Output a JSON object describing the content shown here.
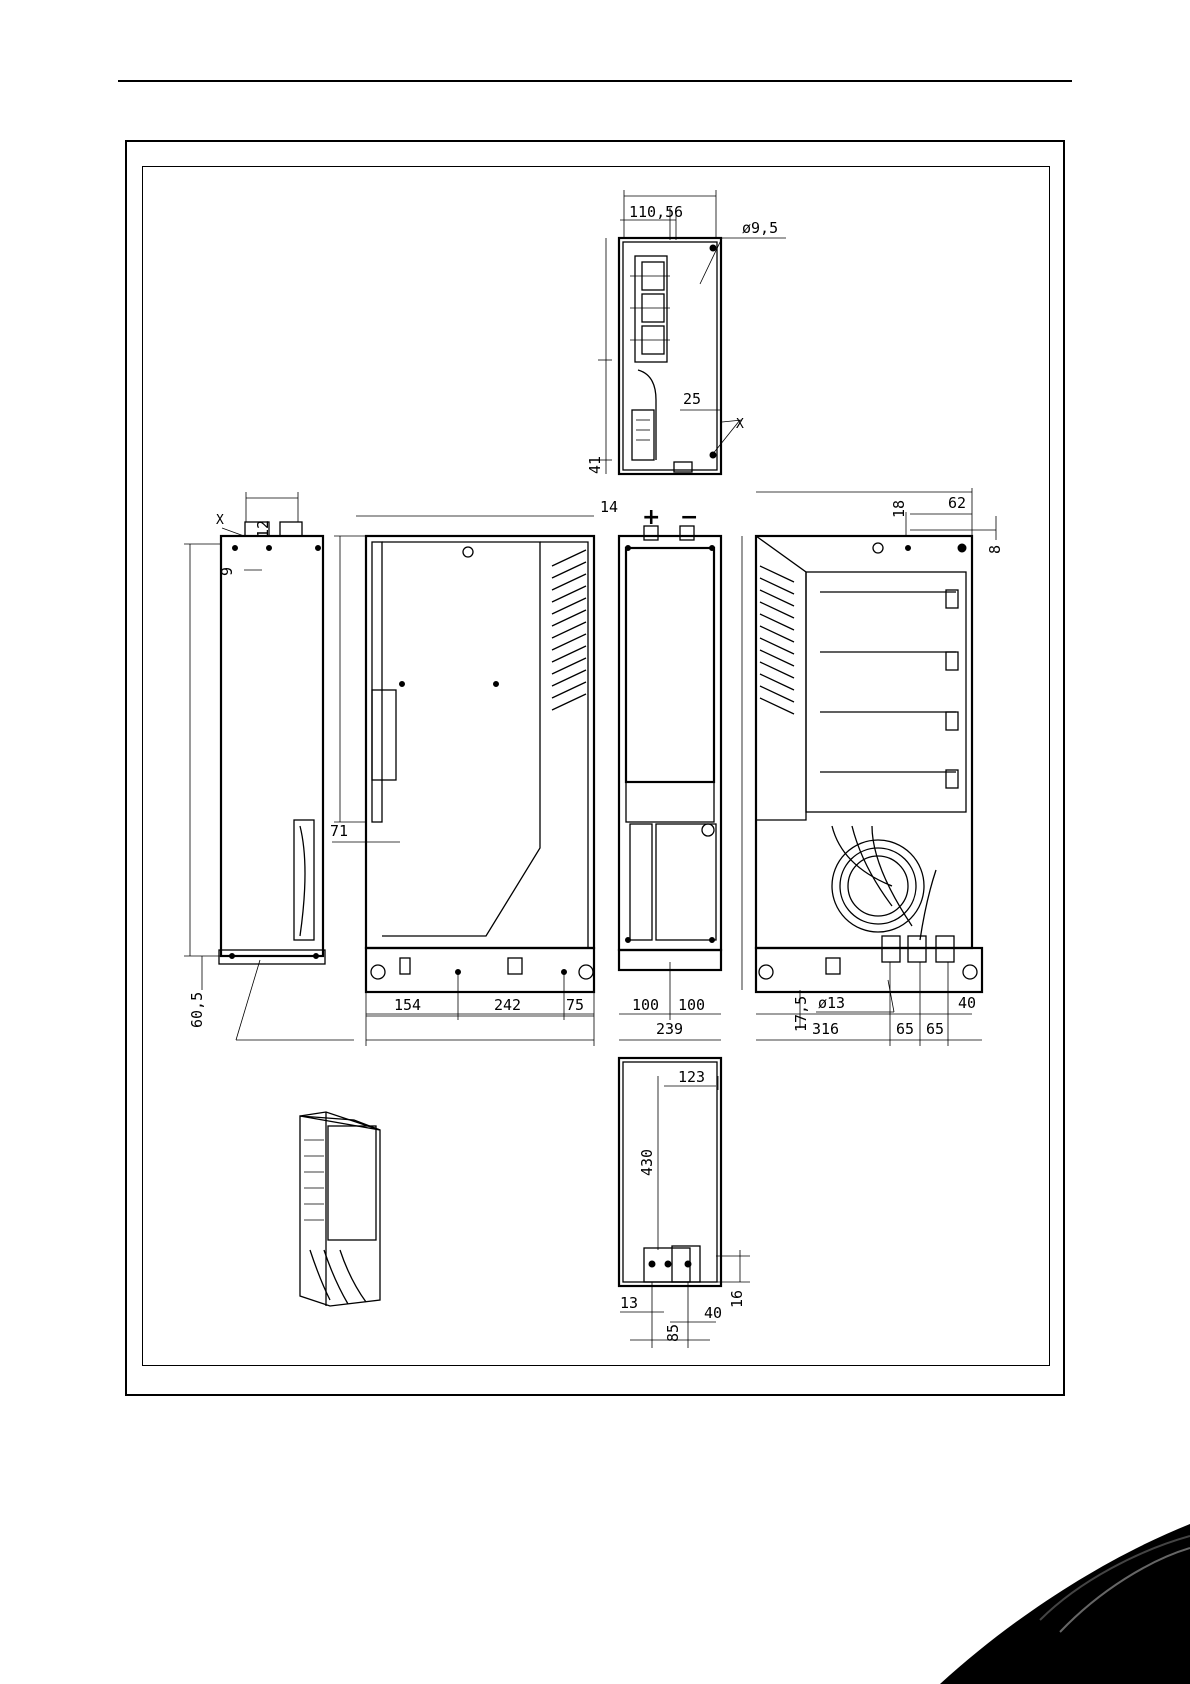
{
  "drawing": {
    "dimensions": {
      "top_view_110_5": "110,5",
      "top_view_6": "6",
      "top_view_hole": "ø9,5",
      "top_view_25": "25",
      "top_view_41": "41",
      "left_12": "12",
      "left_9": "9",
      "left_60_5": "60,5",
      "side_14": "14",
      "side_71": "71",
      "side_154": "154",
      "side_242": "242",
      "side_75": "75",
      "front_100_a": "100",
      "front_100_b": "100",
      "front_239": "239",
      "right_18": "18",
      "right_62": "62",
      "right_8": "8",
      "right_17_5": "17,5",
      "right_hole13": "ø13",
      "right_40": "40",
      "right_316": "316",
      "right_65_a": "65",
      "right_65_b": "65",
      "bottom_123": "123",
      "bottom_430": "430",
      "bottom_16": "16",
      "bottom_13": "13",
      "bottom_40": "40",
      "bottom_85": "85"
    },
    "markers": {
      "plus": "+",
      "minus": "−",
      "x_left": "X",
      "x_top": "X"
    }
  }
}
